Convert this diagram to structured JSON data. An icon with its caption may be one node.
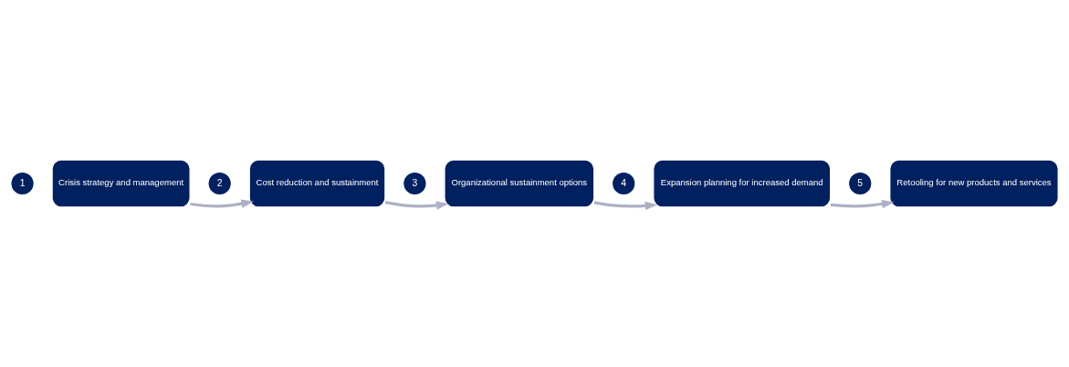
{
  "diagram": {
    "nodes": [
      {
        "text": [
          "1"
        ]
      },
      {
        "text": [
          "Crisis strategy and management"
        ]
      },
      {
        "text": [
          "2"
        ]
      },
      {
        "text": [
          "Cost reduction and sustainment"
        ]
      },
      {
        "text": [
          "3"
        ]
      },
      {
        "text": [
          "Organizational sustainment options"
        ]
      },
      {
        "text": [
          "4"
        ]
      },
      {
        "text": [
          "Expansion planning for increased demand"
        ]
      },
      {
        "text": [
          "5"
        ]
      },
      {
        "text": [
          "Retooling for new products and services"
        ]
      }
    ],
    "edges": [
      {
        "from": 1,
        "to": 3,
        "arrow": "to"
      },
      {
        "from": 3,
        "to": 5,
        "arrow": "to"
      },
      {
        "from": 5,
        "to": 7,
        "arrow": "to"
      },
      {
        "from": 7,
        "to": 9,
        "arrow": "to"
      }
    ]
  }
}
